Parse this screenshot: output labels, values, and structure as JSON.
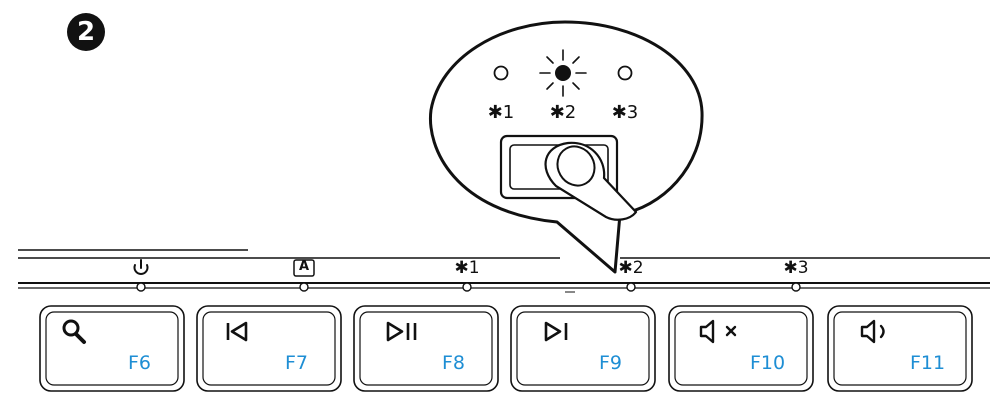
{
  "step_number": "2",
  "bubble": {
    "channel_labels": [
      "✱1",
      "✱2",
      "✱3"
    ],
    "active_channel_index": 1
  },
  "strip": {
    "indicator_labels": [
      "⏻",
      "A",
      "✱1",
      "✱2",
      "✱3"
    ]
  },
  "keys": [
    {
      "icon": "search-icon",
      "fn": "F6"
    },
    {
      "icon": "previous-track-icon",
      "fn": "F7"
    },
    {
      "icon": "play-pause-icon",
      "fn": "F8"
    },
    {
      "icon": "next-track-icon",
      "fn": "F9"
    },
    {
      "icon": "mute-icon",
      "fn": "F10"
    },
    {
      "icon": "volume-icon",
      "fn": "F11"
    }
  ],
  "colors": {
    "line": "#111111",
    "fn_label": "#1e8ed4"
  }
}
